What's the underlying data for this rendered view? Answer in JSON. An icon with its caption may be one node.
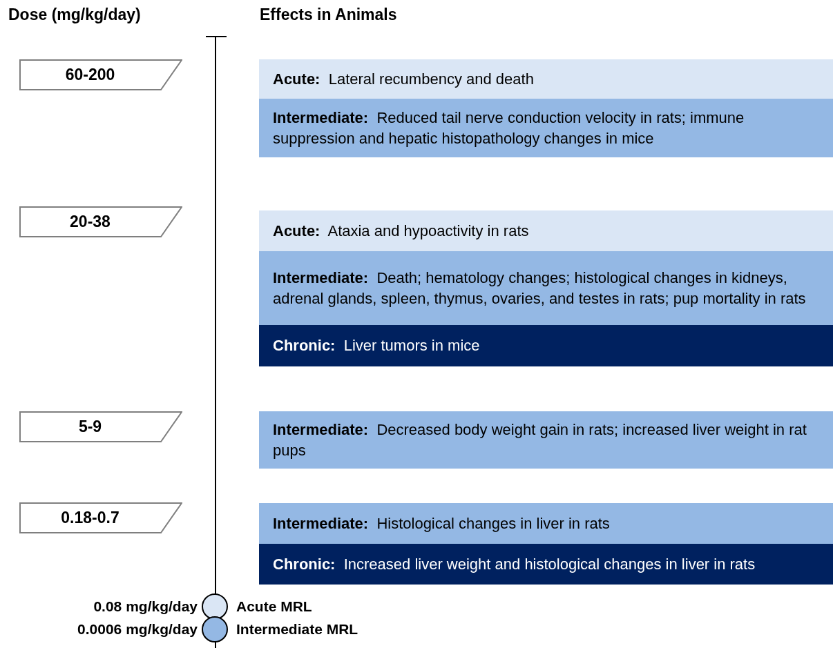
{
  "diagram": {
    "nodes": [
      {
        "text": [
          "60-200"
        ]
      },
      {
        "text": [
          "**Acute:**  Lateral recumbency and death"
        ]
      },
      {
        "text": [
          "**Intermediate:**  Reduced tail nerve conduction velocity in rats; immune suppression and hepatic histopathology changes in mice"
        ]
      },
      {
        "text": [
          "20-38"
        ]
      },
      {
        "text": [
          "**Acute:**  Ataxia and hypoactivity in rats"
        ]
      },
      {
        "text": [
          "**Intermediate:**  Death; hematology changes; histological changes in kidneys, adrenal glands, spleen, thymus, ovaries, and testes in rats; pup mortality in rats"
        ]
      },
      {
        "text": [
          "**Chronic:**  Liver tumors in mice"
        ]
      },
      {
        "text": [
          "5-9"
        ]
      },
      {
        "text": [
          "**Intermediate:**  Decreased body weight gain in rats; increased liver weight in rat pups"
        ]
      },
      {
        "text": [
          "0.18-0.7"
        ]
      },
      {
        "text": [
          "**Intermediate:**  Histological changes in liver in rats"
        ]
      },
      {
        "text": [
          "**Chronic:**  Increased liver weight and histological changes in liver in rats"
        ]
      },
      {
        "text": [],
        "shape": "circle",
        "beside": [
          "0.08 mg/kg/day",
          "Acute MRL"
        ]
      },
      {
        "text": [],
        "shape": "circle",
        "beside": [
          "0.0006 mg/kg/day",
          "Intermediate MRL"
        ]
      }
    ],
    "labels": [
      "Dose (mg/kg/day)",
      "Effects in Animals"
    ]
  }
}
